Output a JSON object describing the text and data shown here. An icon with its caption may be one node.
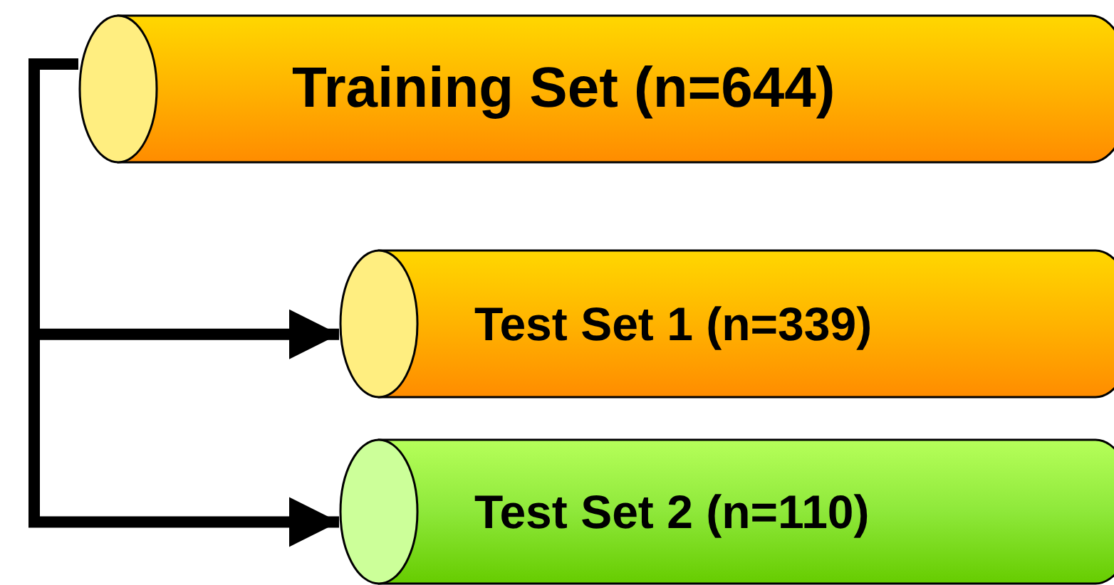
{
  "diagram": {
    "nodes": [
      {
        "text": [
          "Training Set (n=644)"
        ]
      },
      {
        "text": [
          "Test Set 1 (n=339)"
        ]
      },
      {
        "text": [
          "Test Set 2 (n=110)"
        ]
      }
    ],
    "edges": [
      {
        "from": 0,
        "to": 1,
        "arrow": "to"
      },
      {
        "from": 0,
        "to": 2,
        "arrow": "to"
      }
    ]
  }
}
